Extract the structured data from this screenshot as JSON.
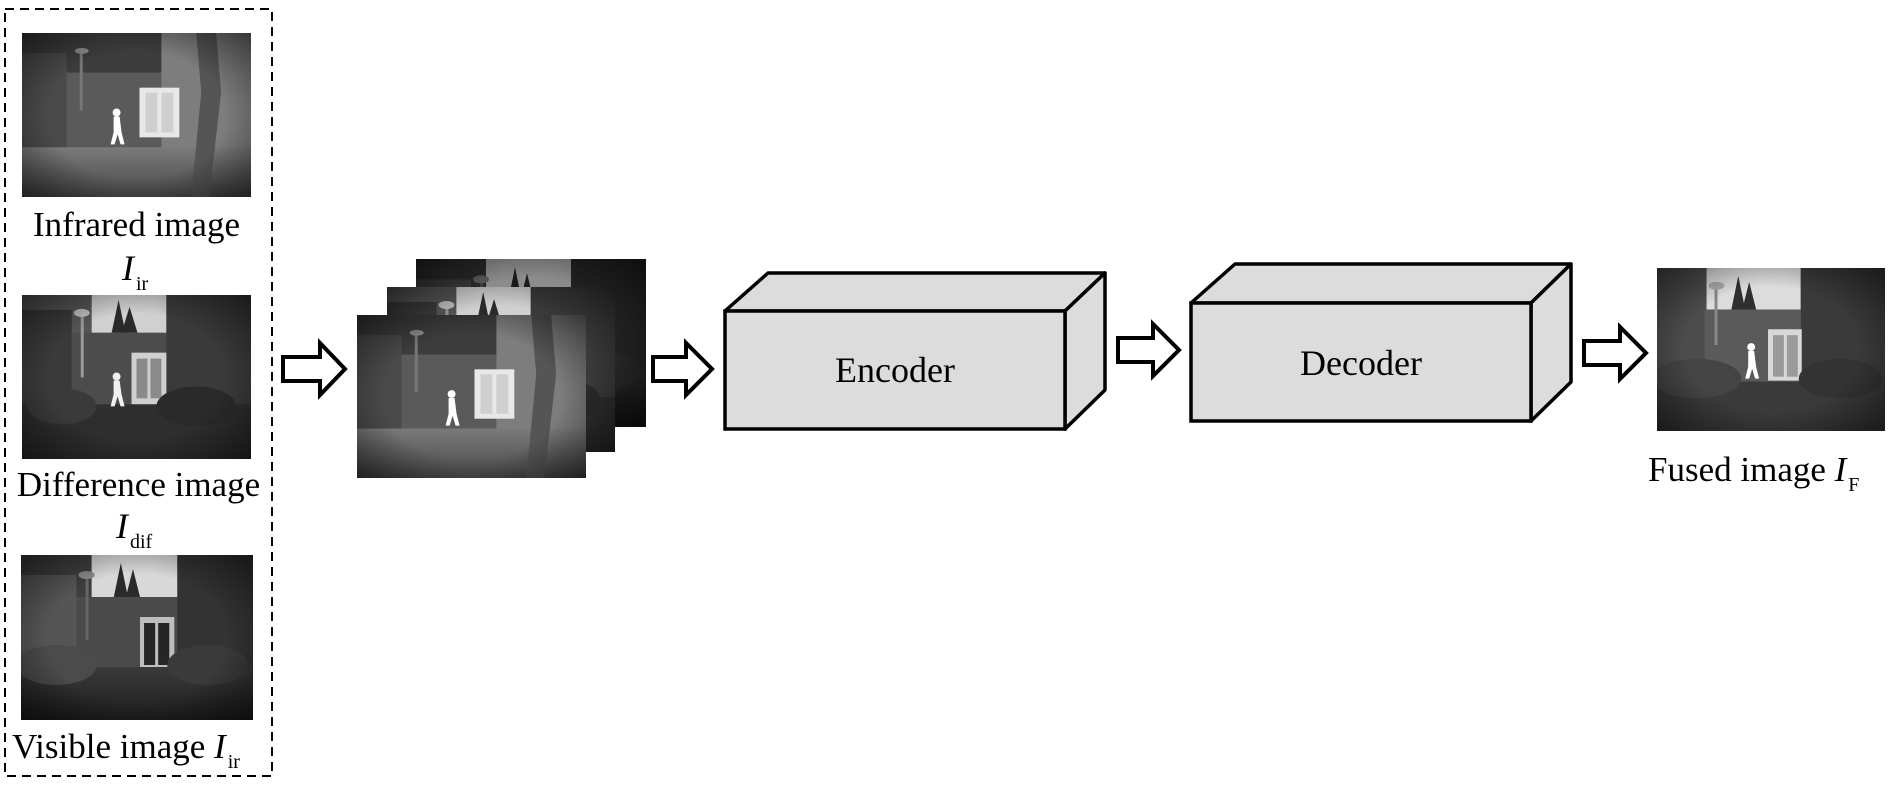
{
  "inputs": {
    "infrared": {
      "label": "Infrared image",
      "symbol": "I",
      "subscript": "ir"
    },
    "difference": {
      "label": "Difference image",
      "symbol": "I",
      "subscript": "dif"
    },
    "visible": {
      "label": "Visible image",
      "symbol": "I",
      "subscript": "ir"
    }
  },
  "encoder": {
    "label": "Encoder"
  },
  "decoder": {
    "label": "Decoder"
  },
  "output": {
    "label": "Fused image",
    "symbol": "I",
    "subscript": "F"
  },
  "colors": {
    "block_fill": "#dcdcdc",
    "stroke": "#000000"
  }
}
